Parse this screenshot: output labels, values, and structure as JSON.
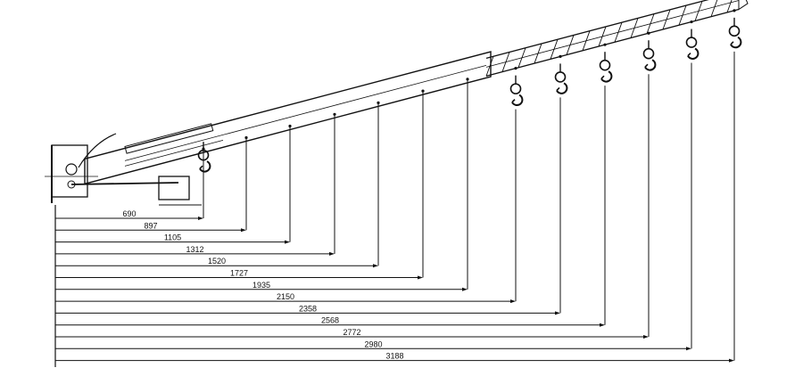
{
  "colors": {
    "ink": "#111111",
    "background": "#ffffff"
  },
  "dimensions": [
    "690",
    "897",
    "1105",
    "1312",
    "1520",
    "1727",
    "1935",
    "2150",
    "2358",
    "2568",
    "2772",
    "2980",
    "3188"
  ],
  "hook_icon": "crane-hook-icon"
}
